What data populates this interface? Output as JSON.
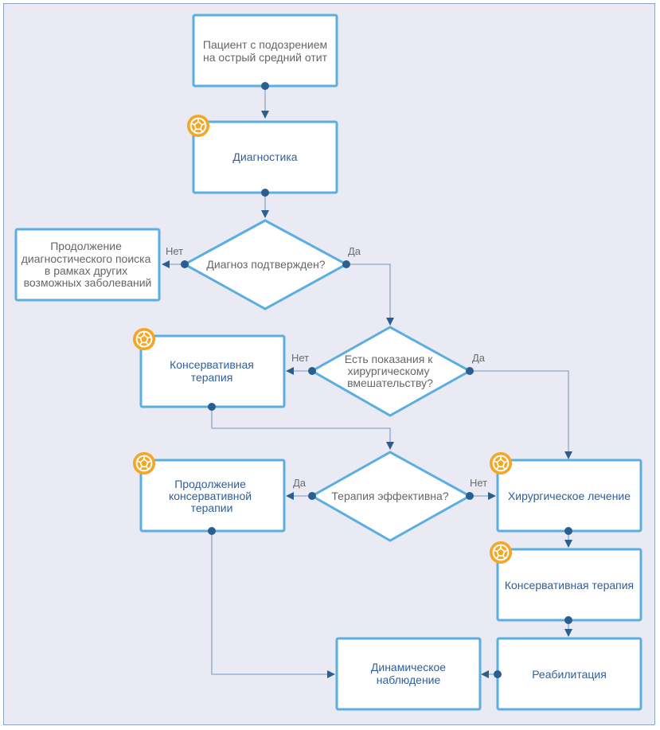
{
  "nodes": {
    "patient": {
      "lines": [
        "Пациент с подозрением",
        "на острый средний отит"
      ]
    },
    "diagnostics": {
      "lines": [
        "Диагностика"
      ],
      "icon": "steering-wheel-icon"
    },
    "diag_confirmed": {
      "lines": [
        "Диагноз подтвержден?"
      ]
    },
    "continue_diag": {
      "lines": [
        "Продолжение",
        "диагностического поиска",
        "в рамках других",
        "возможных заболеваний"
      ]
    },
    "surgery_indications": {
      "lines": [
        "Есть показания к",
        "хирургическому",
        "вмешательству?"
      ]
    },
    "conservative1": {
      "lines": [
        "Консервативная",
        "терапия"
      ],
      "icon": "steering-wheel-icon"
    },
    "therapy_effective": {
      "lines": [
        "Терапия эффективна?"
      ]
    },
    "continue_conservative": {
      "lines": [
        "Продолжение",
        "консервативной",
        "терапии"
      ],
      "icon": "steering-wheel-icon"
    },
    "surgical_treatment": {
      "lines": [
        "Хирургическое лечение"
      ],
      "icon": "steering-wheel-icon"
    },
    "conservative2": {
      "lines": [
        "Консервативная терапия"
      ],
      "icon": "steering-wheel-icon"
    },
    "rehabilitation": {
      "lines": [
        "Реабилитация"
      ]
    },
    "observation": {
      "lines": [
        "Динамическое",
        "наблюдение"
      ]
    }
  },
  "edge_labels": {
    "diag_no": "Нет",
    "diag_yes": "Да",
    "surg_no": "Нет",
    "surg_yes": "Да",
    "eff_yes": "Да",
    "eff_no": "Нет"
  },
  "colors": {
    "background": "#eaeaf4",
    "node_border": "#5aaee0",
    "node_fill": "#ffffff",
    "connector": "#8aa6c0",
    "dot": "#2a5f8f",
    "text_grey": "#666666",
    "text_blue": "#2f5f9a",
    "icon": "#f5a623"
  }
}
